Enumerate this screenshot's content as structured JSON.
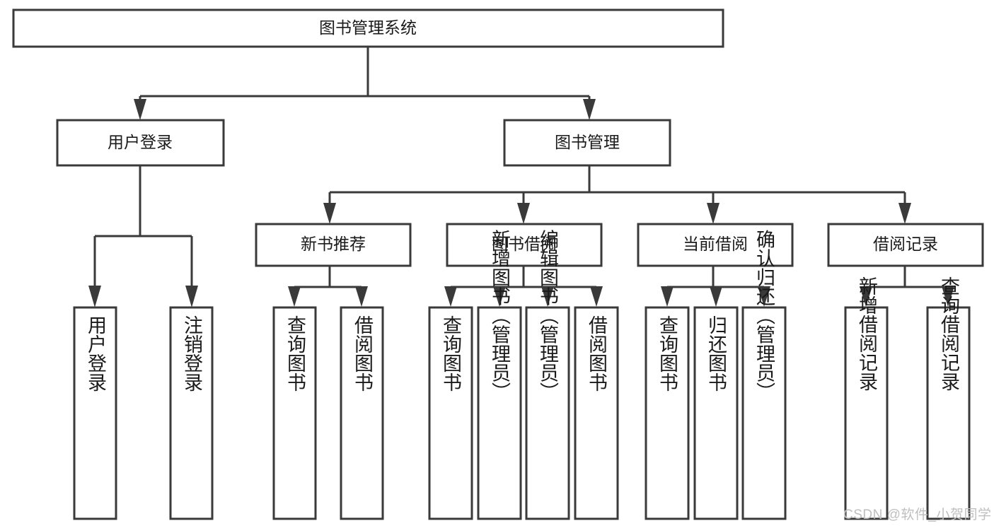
{
  "diagram": {
    "type": "tree-hierarchy-chart",
    "title": "图书管理系统",
    "root": {
      "id": "root",
      "label": "图书管理系统",
      "orientation": "horizontal"
    },
    "level2": [
      {
        "id": "user-login",
        "label": "用户登录",
        "orientation": "horizontal"
      },
      {
        "id": "book-management",
        "label": "图书管理",
        "orientation": "horizontal"
      }
    ],
    "level3": [
      {
        "id": "new-book-recommend",
        "label": "新书推荐",
        "orientation": "horizontal"
      },
      {
        "id": "book-borrow",
        "label": "图书借阅",
        "orientation": "horizontal"
      },
      {
        "id": "current-borrow",
        "label": "当前借阅",
        "orientation": "horizontal"
      },
      {
        "id": "borrow-record",
        "label": "借阅记录",
        "orientation": "horizontal"
      }
    ],
    "leaves": [
      {
        "id": "leaf-user-login",
        "label": "用户登录",
        "parent": "user-login",
        "orientation": "vertical"
      },
      {
        "id": "leaf-logout-login",
        "label": "注销登录",
        "parent": "user-login",
        "orientation": "vertical"
      },
      {
        "id": "leaf-query-book-1",
        "label": "查询图书",
        "parent": "new-book-recommend",
        "orientation": "vertical"
      },
      {
        "id": "leaf-borrow-book-1",
        "label": "借阅图书",
        "parent": "new-book-recommend",
        "orientation": "vertical"
      },
      {
        "id": "leaf-query-book-2",
        "label": "查询图书",
        "parent": "book-borrow",
        "orientation": "vertical"
      },
      {
        "id": "leaf-add-book",
        "label": "新增图书（管理员）",
        "parent": "book-borrow",
        "orientation": "vertical"
      },
      {
        "id": "leaf-edit-book",
        "label": "编辑图书（管理员）",
        "parent": "book-borrow",
        "orientation": "vertical"
      },
      {
        "id": "leaf-borrow-book-2",
        "label": "借阅图书",
        "parent": "book-borrow",
        "orientation": "vertical"
      },
      {
        "id": "leaf-query-book-3",
        "label": "查询图书",
        "parent": "current-borrow",
        "orientation": "vertical"
      },
      {
        "id": "leaf-return-book",
        "label": "归还图书",
        "parent": "current-borrow",
        "orientation": "vertical"
      },
      {
        "id": "leaf-confirm-return",
        "label": "确认归还（管理员）",
        "parent": "current-borrow",
        "orientation": "vertical"
      },
      {
        "id": "leaf-add-record",
        "label": "新增借阅记录",
        "parent": "borrow-record",
        "orientation": "vertical"
      },
      {
        "id": "leaf-query-record",
        "label": "查询借阅记录",
        "parent": "borrow-record",
        "orientation": "vertical"
      }
    ],
    "colors": {
      "background": "#ffffff",
      "box_fill": "#ffffff",
      "box_stroke": "#3a3a3a",
      "connector": "#3a3a3a",
      "text": "#1a1a1a",
      "watermark": "#bfbfbf"
    }
  },
  "watermark": {
    "text": "CSDN @软件_小贺同学"
  }
}
